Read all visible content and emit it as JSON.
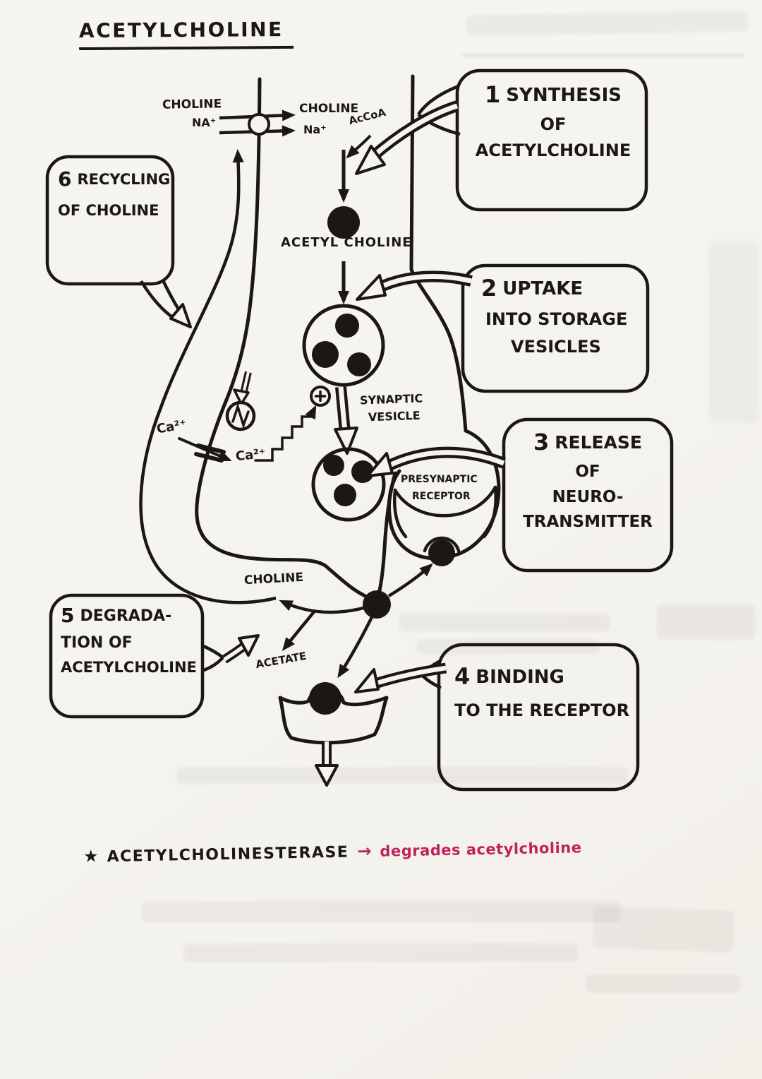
{
  "title": "ACETYLCHOLINE",
  "callouts": [
    {
      "number": "1",
      "lines": [
        "SYNTHESIS",
        "OF",
        "ACETYLCHOLINE"
      ]
    },
    {
      "number": "2",
      "lines": [
        "UPTAKE",
        "INTO  STORAGE",
        "VESICLES"
      ]
    },
    {
      "number": "3",
      "lines": [
        "RELEASE",
        "OF",
        "NEURO-",
        "TRANSMITTER"
      ]
    },
    {
      "number": "4",
      "lines": [
        "BINDING",
        "TO THE RECEPTOR"
      ]
    },
    {
      "number": "5",
      "lines": [
        "DEGRADA-",
        "TION  OF",
        "ACETYLCHOLINE"
      ]
    },
    {
      "number": "6",
      "lines": [
        "RECYCLING",
        "OF CHOLINE"
      ]
    }
  ],
  "labels": {
    "choline_outside": "CHOLINE",
    "sodium_outside": "NA⁺",
    "choline_inside": "CHOLINE",
    "sodium_inside": "Na⁺",
    "accoa": "AcCoA",
    "acetylcholine": "ACETYL CHOLINE",
    "synaptic_vesicle_line1": "SYNAPTIC",
    "synaptic_vesicle_line2": "VESICLE",
    "presynaptic_receptor_line1": "PRESYNAPTIC",
    "presynaptic_receptor_line2": "RECEPTOR",
    "calcium_outside": "Ca²⁺",
    "calcium_inside": "Ca²⁺",
    "choline_recycled": "CHOLINE",
    "acetate": "ACETATE"
  },
  "footnote": {
    "star": "★",
    "enzyme": "ACETYLCHOLINESTERASE",
    "arrow": "→",
    "definition": "degrades acetylcholine"
  },
  "colors": {
    "ink": "#1b1713",
    "paper": "#f6f4ef",
    "pink": "#c0215b"
  }
}
